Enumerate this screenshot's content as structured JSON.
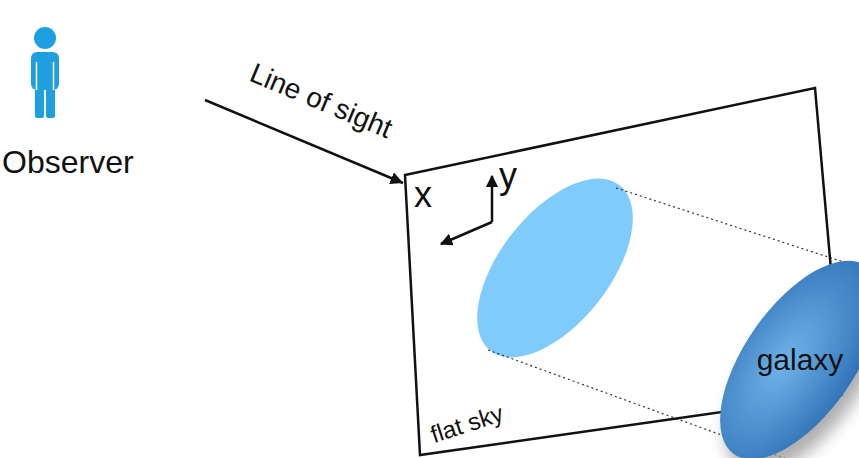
{
  "diagram": {
    "nodes": [
      {
        "text": [
          "Observer"
        ]
      },
      {
        "text": [
          "flat sky"
        ]
      },
      {
        "text": [
          "galaxy"
        ]
      }
    ],
    "edges": [
      {
        "from": 0,
        "to": 1,
        "arrow": "to",
        "label": "Line of sight"
      }
    ],
    "labels": [
      "x",
      "y"
    ]
  }
}
